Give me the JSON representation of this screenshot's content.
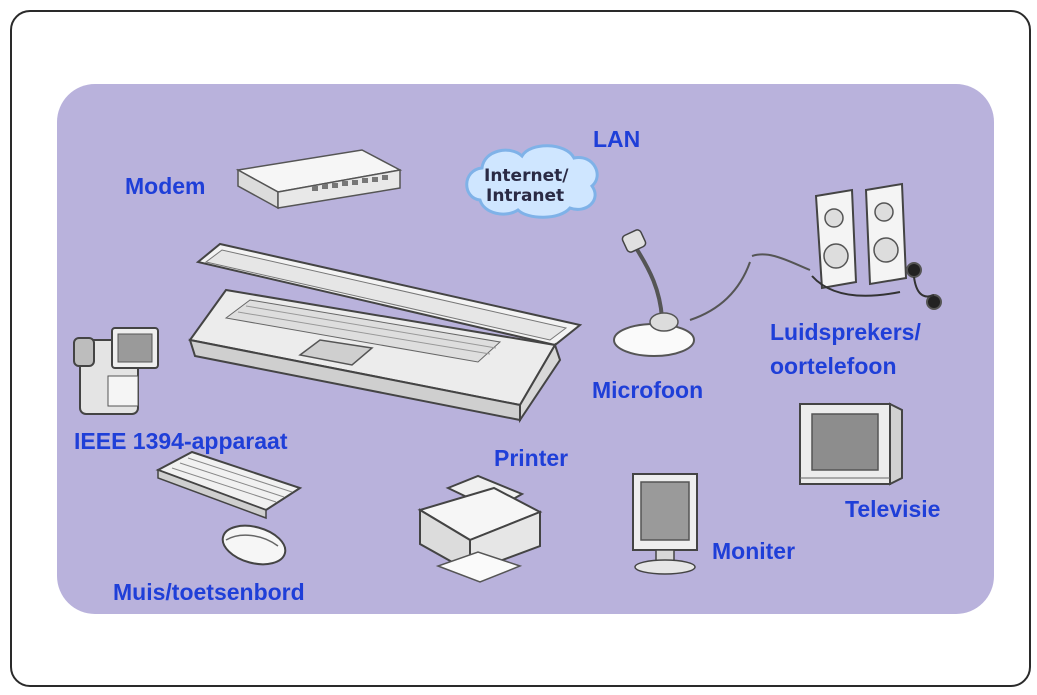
{
  "diagram": {
    "colors": {
      "background": "#b9b2dc",
      "label": "#1f3fd8",
      "frame": "#2a2a2a"
    },
    "cloud": {
      "line1": "Internet/",
      "line2": "Intranet"
    },
    "labels": {
      "lan": "LAN",
      "modem": "Modem",
      "ieee": "IEEE 1394-apparaat",
      "microphone": "Microfoon",
      "speakers_line1": "Luidsprekers/",
      "speakers_line2": "oortelefoon",
      "printer": "Printer",
      "television": "Televisie",
      "monitor": "Moniter",
      "mouse_keyboard": "Muis/toetsenbord"
    },
    "icons": [
      "modem-icon",
      "cloud-icon",
      "laptop-icon",
      "camcorder-icon",
      "microphone-icon",
      "speakers-icon",
      "headphones-icon",
      "television-icon",
      "keyboard-icon",
      "mouse-icon",
      "printer-icon",
      "monitor-icon"
    ]
  }
}
